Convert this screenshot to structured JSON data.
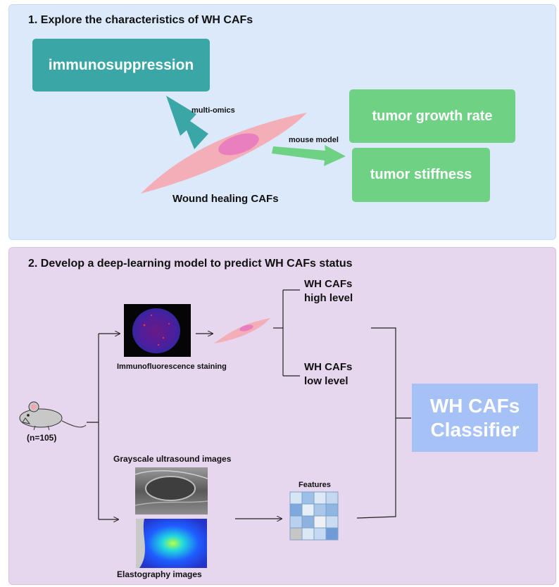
{
  "section1": {
    "title": "1. Explore the characteristics of WH CAFs",
    "immunosuppression": "immunosuppression",
    "multi_omics": "multi-omics",
    "mouse_model": "mouse model",
    "tumor_growth_rate": "tumor growth rate",
    "tumor_stiffness": "tumor stiffness",
    "cell_label": "Wound healing CAFs"
  },
  "section2": {
    "title": "2. Develop a deep-learning model to predict WH CAFs status",
    "mouse_count": "(n=105)",
    "if_label": "Immunofluorescence staining",
    "high_line1": "WH CAFs",
    "high_line2": "high level",
    "low_line1": "WH CAFs",
    "low_line2": "low level",
    "grayscale_label": "Grayscale ultrasound images",
    "elasto_label": "Elastography images",
    "features_label": "Features",
    "classifier_line1": "WH CAFs",
    "classifier_line2": "Classifier"
  },
  "colors": {
    "panel1_bg": "#dce9fa",
    "panel2_bg": "#e6d6ee",
    "teal": "#3aa6a6",
    "green": "#6fd183",
    "cell_pink": "#f4aeb8",
    "nucleus": "#ea7fc0",
    "classifier": "#a6c1f5"
  }
}
